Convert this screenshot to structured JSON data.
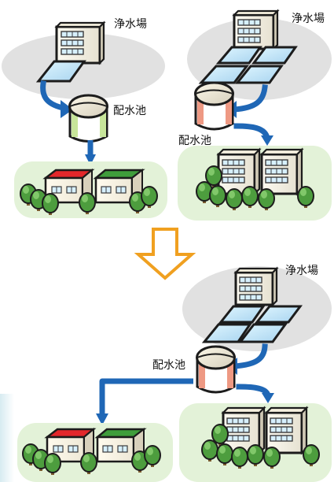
{
  "labels": {
    "plant_tl": "浄水場",
    "plant_tr": "浄水場",
    "plant_br": "浄水場",
    "reservoir_tl": "配水池",
    "reservoir_tr": "配水池",
    "reservoir_bottom": "配水池"
  },
  "colors": {
    "ground_gray": "#e1e1e1",
    "ground_green": "#e3f2d8",
    "flow_arrow": "#1f67b6",
    "transition_arrow": "#f0a020",
    "reservoir_green_band": "#c7e59a",
    "reservoir_red_band": "#ee9983",
    "house_red_roof": "#e3272b",
    "house_green_roof": "#3f9d3b"
  },
  "icons": {
    "transition": "down-arrow-icon",
    "flow": "blue-arrow-icon",
    "plant": "building-icon",
    "tank": "reservoir-icon",
    "tree": "tree-icon",
    "house": "house-icon"
  }
}
